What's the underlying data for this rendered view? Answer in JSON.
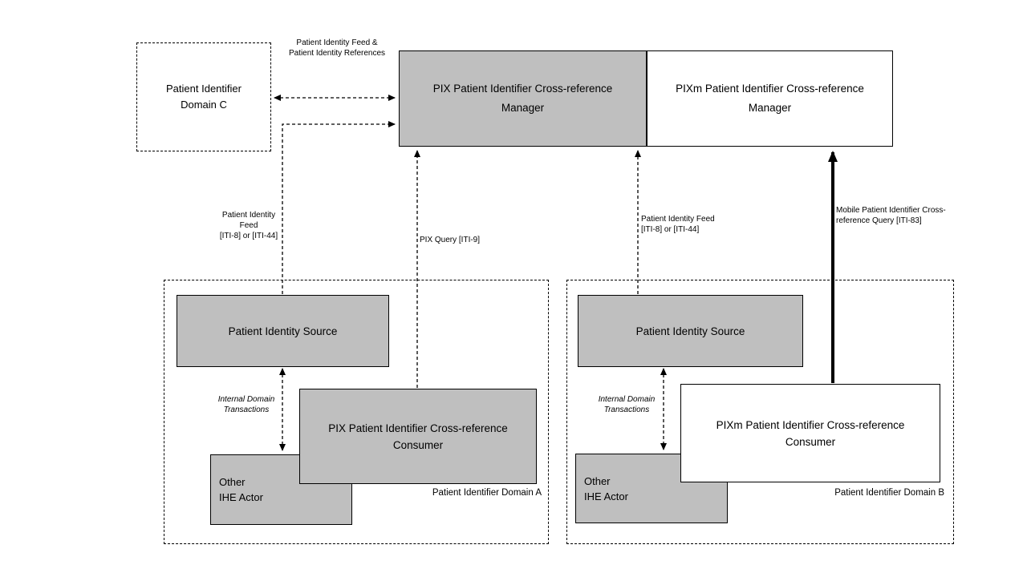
{
  "colors": {
    "box-gray": "#bfbfbf",
    "line": "#000000",
    "bg": "#ffffff"
  },
  "boxes": {
    "domain_c": {
      "label": "Patient Identifier\nDomain C"
    },
    "pix_manager": {
      "label": "PIX Patient Identifier Cross-reference\nManager"
    },
    "pixm_manager": {
      "label": "PIXm Patient Identifier Cross-reference\nManager"
    },
    "pis_a": {
      "label": "Patient Identity Source"
    },
    "pix_consumer": {
      "label": "PIX Patient Identifier Cross-reference\nConsumer"
    },
    "other_actor_a": {
      "label": "Other\nIHE Actor"
    },
    "pis_b": {
      "label": "Patient Identity Source"
    },
    "pixm_consumer": {
      "label": "PIXm Patient Identifier Cross-reference\nConsumer"
    },
    "other_actor_b": {
      "label": "Other\nIHE Actor"
    }
  },
  "labels": {
    "top_feed_refs": "Patient Identity Feed &\nPatient Identity References",
    "feed_a": "Patient Identity\nFeed\n[ITI-8] or [ITI-44]",
    "pix_query": "PIX Query [ITI-9]",
    "feed_b": "Patient Identity Feed\n[ITI-8] or [ITI-44]",
    "mobile_query": "Mobile Patient Identifier Cross-\nreference Query [ITI-83]",
    "internal_a": "Internal Domain\nTransactions",
    "internal_b": "Internal Domain\nTransactions",
    "domain_a": "Patient Identifier Domain A",
    "domain_b": "Patient Identifier Domain B"
  }
}
